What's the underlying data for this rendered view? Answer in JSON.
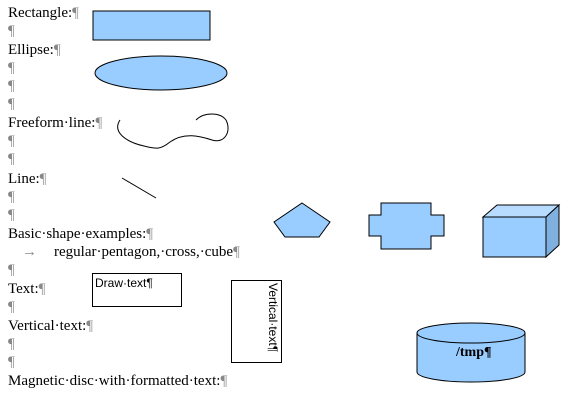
{
  "pilcrow": "¶",
  "lines": {
    "rectangle": "Rectangle:",
    "ellipse": "Ellipse:",
    "freeform": "Freeform·line:",
    "line": "Line:",
    "basic_shapes": "Basic·shape·examples:",
    "basic_shapes_sub": "regular·pentagon,·cross,·cube",
    "text": "Text:",
    "vertical_text": "Vertical·text:",
    "magnetic_disc": "Magnetic·disc·with·formatted·text:"
  },
  "tab_arrow": "→",
  "text_boxes": {
    "draw_text": "Draw·text¶",
    "vertical_text": "Vertical·text¶"
  },
  "disc_label": "/tmp¶",
  "colors": {
    "shape_fill": "#99ccff",
    "shape_stroke": "#000000",
    "pilcrow": "#888888"
  }
}
